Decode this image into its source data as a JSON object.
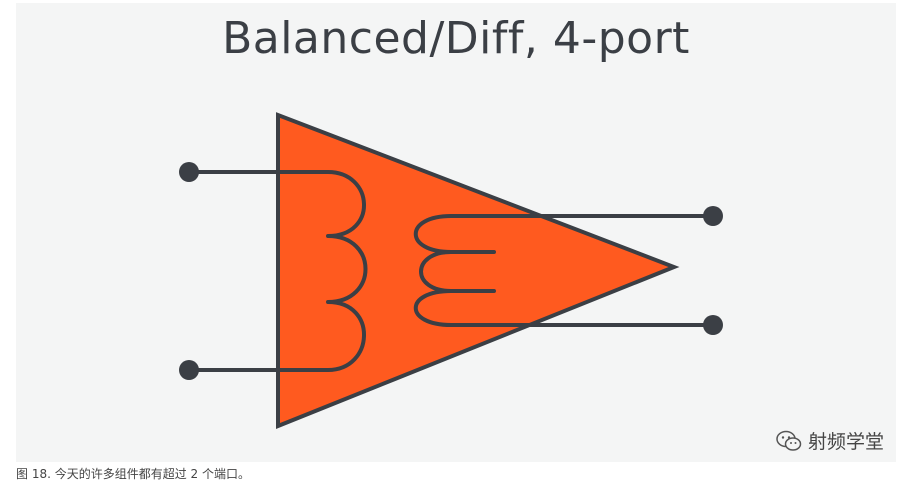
{
  "diagram": {
    "title": "Balanced/Diff, 4-port",
    "colors": {
      "triangle_fill": "#ff5a1f",
      "stroke": "#3b3f45",
      "panel_background": "#f4f5f5"
    },
    "ports": 4
  },
  "watermark": {
    "icon": "wechat-icon",
    "text": "射频学堂"
  },
  "caption": {
    "text": "图 18. 今天的许多组件都有超过 2 个端口。"
  }
}
